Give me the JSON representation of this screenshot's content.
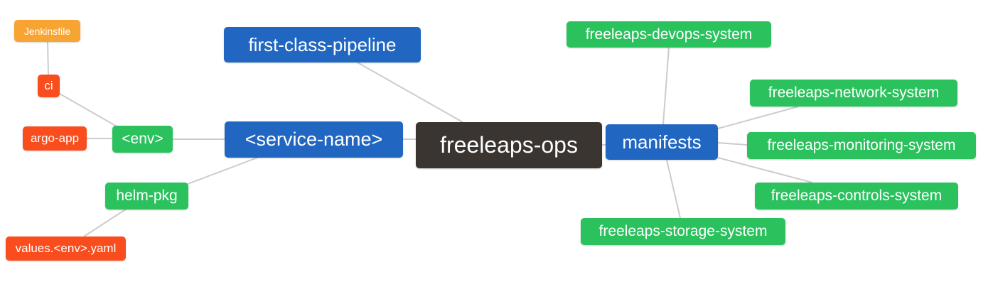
{
  "diagram": {
    "type": "mindmap",
    "root": "freeleaps-ops",
    "nodes": [
      {
        "id": "freeleaps-ops",
        "label": "freeleaps-ops",
        "color": "dark"
      },
      {
        "id": "first-class-pipeline",
        "label": "first-class-pipeline",
        "color": "blue"
      },
      {
        "id": "service-name",
        "label": "<service-name>",
        "color": "blue"
      },
      {
        "id": "manifests",
        "label": "manifests",
        "color": "blue"
      },
      {
        "id": "env",
        "label": "<env>",
        "color": "green"
      },
      {
        "id": "helm-pkg",
        "label": "helm-pkg",
        "color": "green"
      },
      {
        "id": "freeleaps-devops-system",
        "label": "freeleaps-devops-system",
        "color": "green"
      },
      {
        "id": "freeleaps-network-system",
        "label": "freeleaps-network-system",
        "color": "green"
      },
      {
        "id": "freeleaps-monitoring-system",
        "label": "freeleaps-monitoring-system",
        "color": "green"
      },
      {
        "id": "freeleaps-controls-system",
        "label": "freeleaps-controls-system",
        "color": "green"
      },
      {
        "id": "freeleaps-storage-system",
        "label": "freeleaps-storage-system",
        "color": "green"
      },
      {
        "id": "ci",
        "label": "ci",
        "color": "red"
      },
      {
        "id": "argo-app",
        "label": "argo-app",
        "color": "red"
      },
      {
        "id": "values-env-yaml",
        "label": "values.<env>.yaml",
        "color": "red"
      },
      {
        "id": "jenkinsfile",
        "label": "Jenkinsfile",
        "color": "orange"
      }
    ],
    "edges": [
      [
        "jenkinsfile",
        "ci"
      ],
      [
        "ci",
        "env"
      ],
      [
        "argo-app",
        "env"
      ],
      [
        "env",
        "service-name"
      ],
      [
        "helm-pkg",
        "service-name"
      ],
      [
        "values-env-yaml",
        "helm-pkg"
      ],
      [
        "service-name",
        "freeleaps-ops"
      ],
      [
        "first-class-pipeline",
        "freeleaps-ops"
      ],
      [
        "freeleaps-ops",
        "manifests"
      ],
      [
        "manifests",
        "freeleaps-devops-system"
      ],
      [
        "manifests",
        "freeleaps-network-system"
      ],
      [
        "manifests",
        "freeleaps-monitoring-system"
      ],
      [
        "manifests",
        "freeleaps-controls-system"
      ],
      [
        "manifests",
        "freeleaps-storage-system"
      ]
    ]
  },
  "colors": {
    "dark": "#3b3531",
    "blue": "#2167c2",
    "green": "#2bc25e",
    "red": "#f94d1d",
    "orange": "#f7a433",
    "edge": "#cccccc",
    "background": "#ffffff"
  }
}
